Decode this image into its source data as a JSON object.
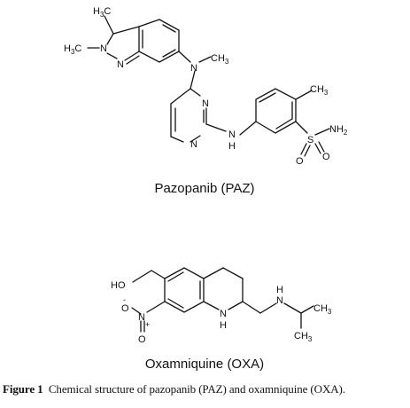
{
  "molecules": [
    {
      "name": "Pazopanib (PAZ)",
      "atom_labels": {
        "top_methyl_H": "H",
        "top_methyl_sub": "3",
        "top_methyl_C": "C",
        "n_methyl_H": "H",
        "n_methyl_sub": "3",
        "n_methyl_C": "C",
        "indazole_n1": "N",
        "indazole_n2": "N",
        "amine_n": "N",
        "amine_methyl": "CH",
        "amine_methyl_sub": "3",
        "pyrimidine_n_top": "N",
        "pyrimidine_n_bottom": "N",
        "bridge_n": "N",
        "bridge_h": "H",
        "aryl_methyl": "CH",
        "aryl_methyl_sub": "3",
        "sulfur": "S",
        "oxygen_1": "O",
        "oxygen_2": "O",
        "sulfonamide": "NH",
        "sulfonamide_sub": "2"
      }
    },
    {
      "name": "Oxamniquine (OXA)",
      "atom_labels": {
        "hydroxyl": "HO",
        "nitro_o_minus": "O",
        "minus_sign": "-",
        "nitro_n": "N",
        "plus_sign": "+",
        "nitro_o": "O",
        "ring_n": "N",
        "ring_h": "H",
        "side_n": "N",
        "side_h": "H",
        "methyl_1": "CH",
        "methyl_1_sub": "3",
        "methyl_2": "CH",
        "methyl_2_sub": "3"
      }
    }
  ],
  "caption": {
    "figure_label": "Figure 1",
    "text": "Chemical structure of pazopanib (PAZ) and oxamniquine (OXA)."
  }
}
